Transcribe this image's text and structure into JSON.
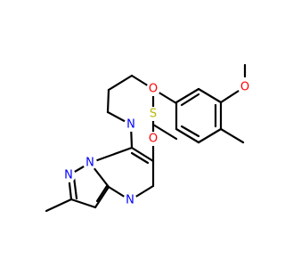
{
  "molecule": {
    "atoms": {
      "o_methoxy": "O",
      "s_sulfonyl": "S",
      "o_sulfonyl_top": "O",
      "o_sulfonyl_bottom": "O",
      "n_piperidine": "N",
      "n_pyrazole_1": "N",
      "n_pyrazole_2": "N",
      "n_pyrimidine": "N"
    },
    "colors": {
      "bond": "#000000",
      "oxygen": "#ff0000",
      "sulfur": "#b8b800",
      "nitrogen": "#0000ff"
    }
  }
}
